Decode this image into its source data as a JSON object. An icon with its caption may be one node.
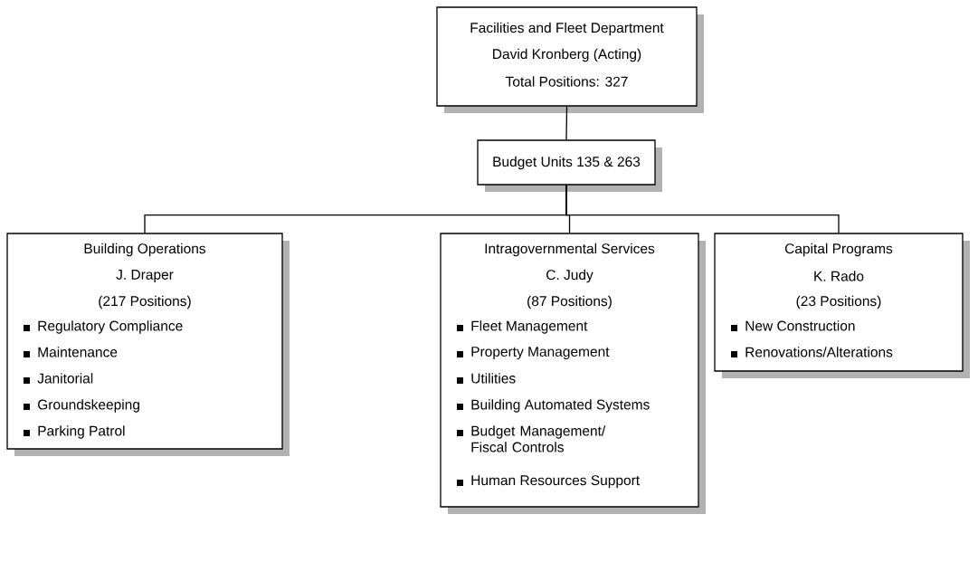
{
  "diagram": {
    "nodes": [
      {
        "text": [
          "Facilities and Fleet Department",
          "David Kronberg (Acting)",
          "Total Positions: 327"
        ]
      },
      {
        "text": [
          "Budget Units 135 & 263"
        ]
      },
      {
        "text": [
          "Building Operations",
          "J. Draper",
          "(217 Positions)",
          "Regulatory Compliance",
          "Maintenance",
          "Janitorial",
          "Groundskeeping",
          "Parking Patrol"
        ]
      },
      {
        "text": [
          "Intragovernmental Services",
          "C. Judy",
          "(87 Positions)",
          "Fleet Management",
          "Property Management",
          "Utilities",
          "Building Automated Systems",
          "Budget Management/ Fiscal Controls",
          "Human Resources Support"
        ]
      },
      {
        "text": [
          "Capital Programs",
          "K. Rado",
          "(23 Positions)",
          "New Construction",
          "Renovations/Alterations"
        ]
      }
    ],
    "edges": [
      {
        "from": 0,
        "to": 1,
        "arrow": "none"
      },
      {
        "from": 1,
        "to": 2,
        "arrow": "none"
      },
      {
        "from": 1,
        "to": 3,
        "arrow": "none"
      },
      {
        "from": 1,
        "to": 4,
        "arrow": "none"
      }
    ]
  }
}
